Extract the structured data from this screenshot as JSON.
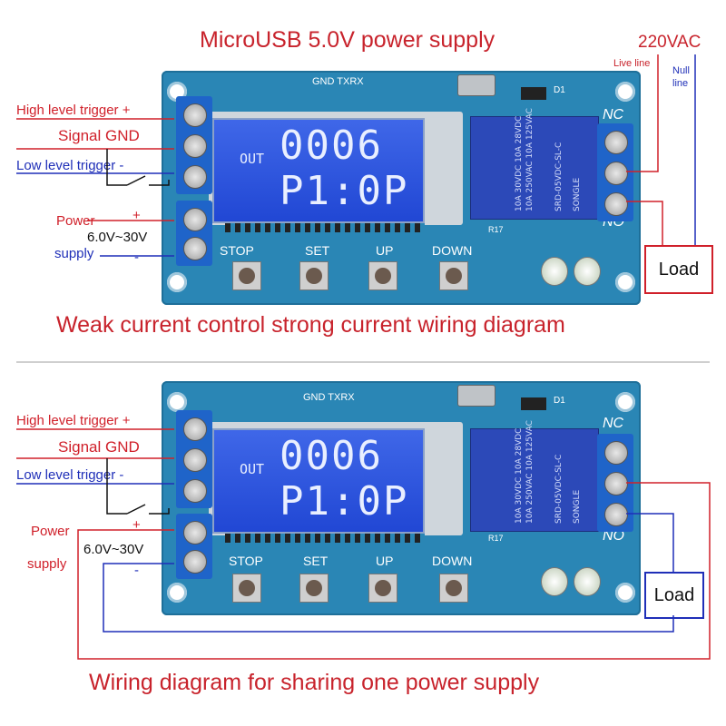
{
  "top": {
    "title": "MicroUSB 5.0V power supply",
    "supply_label": "220VAC",
    "live_label": "Live line",
    "null_label_1": "Null",
    "null_label_2": "line",
    "caption": "Weak current control strong current wiring diagram"
  },
  "bottom": {
    "caption": "Wiring diagram for sharing one power supply"
  },
  "labels": {
    "high_trigger": "High level  trigger +",
    "signal_gnd": "Signal GND",
    "low_trigger": "Low level  trigger -",
    "power": "Power",
    "voltage": "6.0V~30V",
    "supply": "supply",
    "plus": "+",
    "minus": "-",
    "load": "Load"
  },
  "board": {
    "gnd_txrx": "GND TXRX",
    "display_out": "OUT",
    "display_value": "0006",
    "display_mode": "P1:0P",
    "stop": "STOP",
    "set": "SET",
    "up": "UP",
    "down": "DOWN",
    "nc": "NC",
    "no": "NO",
    "d1": "D1",
    "r17": "R17",
    "relay_model": "SRD-05VDC-SL-C",
    "relay_brand": "SONGLE",
    "relay_rating_1": "10A 250VAC 10A 125VAC",
    "relay_rating_2": "10A 30VDC 10A 28VDC"
  },
  "colors": {
    "wire_red": "#d0202a",
    "wire_blue": "#1f2fb8",
    "pcb": "#2a86b5",
    "lcd": "#2f55e0"
  }
}
